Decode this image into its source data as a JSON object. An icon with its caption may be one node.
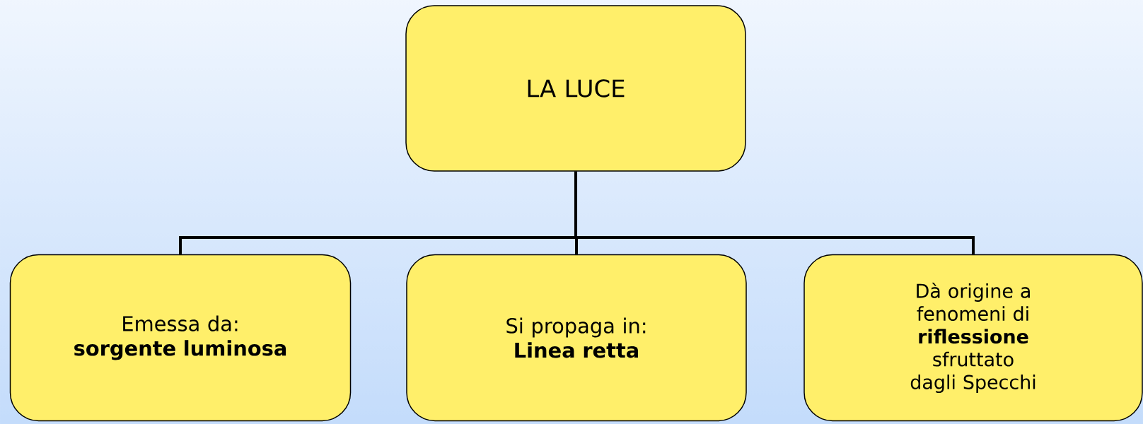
{
  "diagram": {
    "nodes": [
      {
        "text": [
          "LA LUCE"
        ]
      },
      {
        "text": [
          "Emessa da: **sorgente luminosa**"
        ]
      },
      {
        "text": [
          "Si propaga in: **Linea retta**"
        ]
      },
      {
        "text": [
          "Dà origine a fenomeni di **riflessione** sfruttato dagli Specchi"
        ]
      }
    ],
    "edges": [
      {
        "from": 0,
        "to": 1,
        "arrow": "none"
      },
      {
        "from": 0,
        "to": 2,
        "arrow": "none"
      },
      {
        "from": 0,
        "to": 3,
        "arrow": "none"
      }
    ]
  }
}
